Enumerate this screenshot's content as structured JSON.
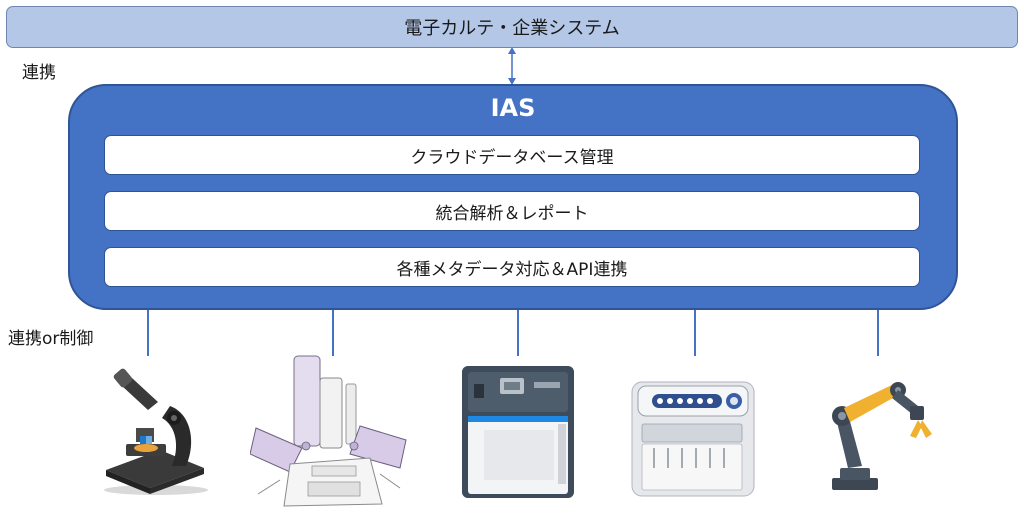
{
  "top_system": {
    "label": "電子カルテ・企業システム"
  },
  "link_label_top": "連携",
  "link_label_bottom": "連携or制御",
  "ias": {
    "title": "IAS",
    "modules": [
      {
        "label": "クラウドデータベース管理"
      },
      {
        "label": "統合解析＆レポート"
      },
      {
        "label": "各種メタデータ対応＆API連携"
      }
    ]
  },
  "devices": [
    {
      "icon": "microscope-icon"
    },
    {
      "icon": "mass-spectrometer-icon"
    },
    {
      "icon": "analyzer-instrument-icon"
    },
    {
      "icon": "liquid-handler-icon"
    },
    {
      "icon": "robot-arm-icon"
    }
  ],
  "colors": {
    "ias_fill": "#4472c4",
    "top_fill": "#b4c7e7",
    "module_fill": "#ffffff",
    "connector": "#4472c4"
  }
}
